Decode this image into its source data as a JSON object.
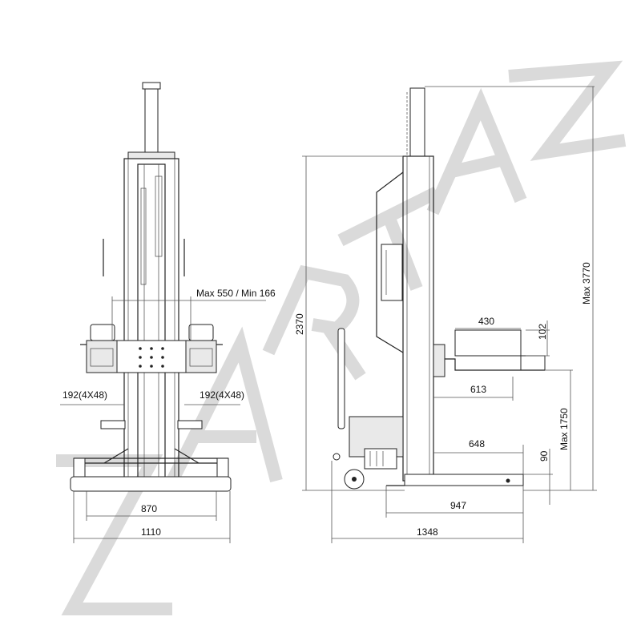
{
  "watermark": {
    "text": "ZARTAZ",
    "color": "#d9d9d9"
  },
  "front_view": {
    "dims": {
      "top_width": "Max 550 / Min 166",
      "left_adapter": "192(4X48)",
      "right_adapter": "192(4X48)",
      "wheel_track": "870",
      "overall_width": "1110"
    }
  },
  "side_view": {
    "dims": {
      "column_height": "2370",
      "max_height": "Max 3770",
      "max_lift": "Max 1750",
      "adapter_length": "430",
      "adapter_height": "102",
      "adapter_reach": "613",
      "fork_length": "648",
      "fork_height": "90",
      "base_length": "947",
      "overall_length": "1348"
    }
  }
}
